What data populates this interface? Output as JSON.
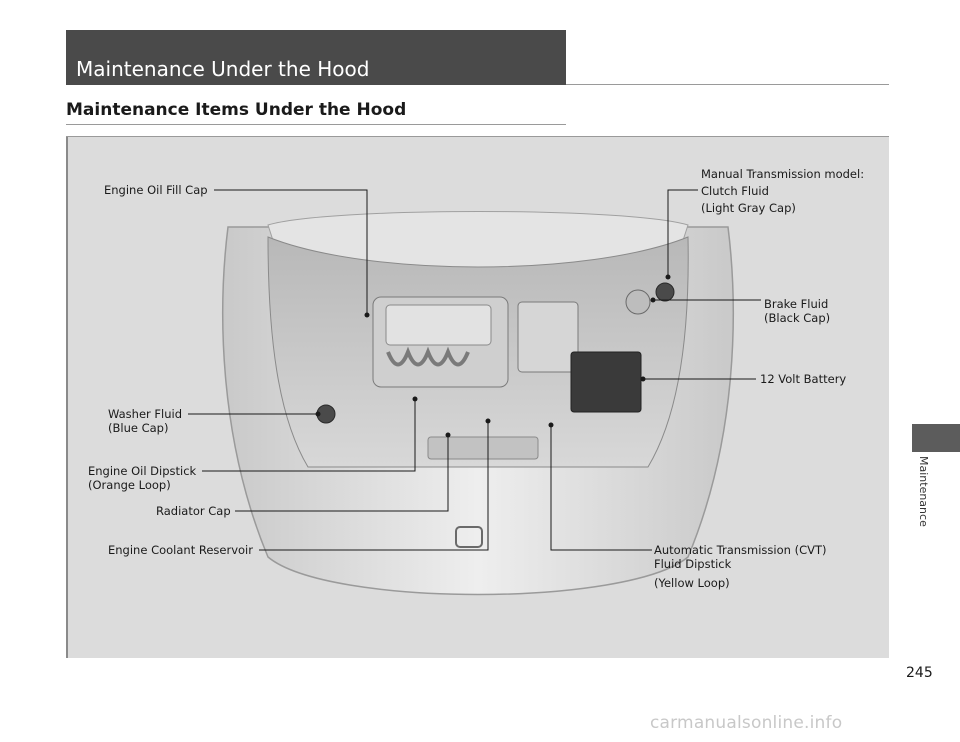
{
  "header": {
    "section_title": "Maintenance Under the Hood",
    "subtitle": "Maintenance Items Under the Hood"
  },
  "figure": {
    "callouts": {
      "engine_oil_fill_cap": {
        "lines": [
          "Engine Oil Fill Cap"
        ]
      },
      "clutch_fluid": {
        "lines": [
          "Manual Transmission model:",
          "Clutch Fluid",
          "(Light Gray Cap)"
        ]
      },
      "brake_fluid": {
        "lines": [
          "Brake Fluid",
          "(Black Cap)"
        ]
      },
      "battery": {
        "lines": [
          "12 Volt Battery"
        ]
      },
      "washer_fluid": {
        "lines": [
          "Washer Fluid",
          "(Blue Cap)"
        ]
      },
      "engine_oil_dipstick": {
        "lines": [
          "Engine Oil Dipstick",
          "(Orange Loop)"
        ]
      },
      "radiator_cap": {
        "lines": [
          "Radiator Cap"
        ]
      },
      "engine_coolant_reservoir": {
        "lines": [
          "Engine Coolant Reservoir"
        ]
      },
      "cvt_dipstick": {
        "lines": [
          "Automatic Transmission (CVT)",
          "Fluid Dipstick",
          "(Yellow Loop)"
        ]
      }
    }
  },
  "sidebar": {
    "section_label": "Maintenance"
  },
  "footer": {
    "page_number": "245",
    "watermark": "carmanualsonline.info"
  },
  "colors": {
    "title_bar": "#4a4a4a",
    "panel_background": "#dcdcdc",
    "side_tab": "#5c5c5c",
    "watermark": "#c8c8c8"
  }
}
